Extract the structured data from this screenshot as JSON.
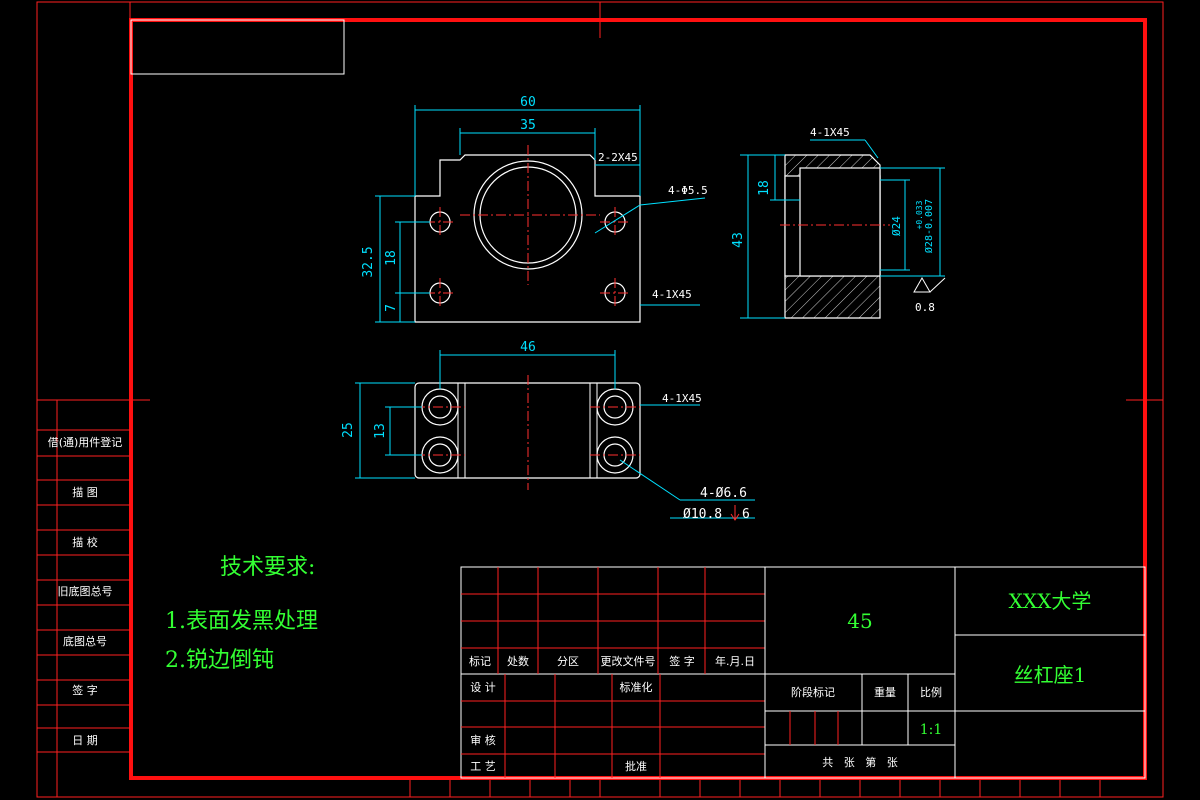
{
  "drawing": {
    "tech_req_title": "技术要求:",
    "tech_req_1": "1.表面发黑处理",
    "tech_req_2": "2.锐边倒钝"
  },
  "dimensions": {
    "top_width": "60",
    "inner_width": "35",
    "chamfer_top": "2-2X45",
    "hole_diam": "4-Φ5.5",
    "height_total": "32.5",
    "height_mid": "18",
    "height_low": "7",
    "chamfer_right": "4-1X45",
    "side_chamfer": "4-1X45",
    "side_height": "43",
    "side_18": "18",
    "bore": "Ø24",
    "bore_tol": "Ø28-0.007",
    "bore_tol2": "+0.033",
    "roughness": "0.8",
    "bottom_46": "46",
    "bottom_25": "25",
    "bottom_13": "13",
    "bottom_chamfer": "4-1X45",
    "cbore": "4-Ø6.6",
    "cbore2": "Ø10.8",
    "depth": "6"
  },
  "left_strip": [
    "借(通)用件登记",
    "描 图",
    "描 校",
    "旧底图总号",
    "底图总号",
    "签 字",
    "日 期"
  ],
  "title_block": {
    "material": "45",
    "school": "XXX大学",
    "part_name": "丝杠座1",
    "headers": [
      "标记",
      "处数",
      "分区",
      "更改文件号",
      "签 字",
      "年.月.日"
    ],
    "design": "设 计",
    "standard": "标准化",
    "review": "审 核",
    "process": "工 艺",
    "approve": "批准",
    "stage": "阶段标记",
    "weight": "重量",
    "scale_label": "比例",
    "scale": "1:1",
    "sheet": "共   张   第   张"
  }
}
